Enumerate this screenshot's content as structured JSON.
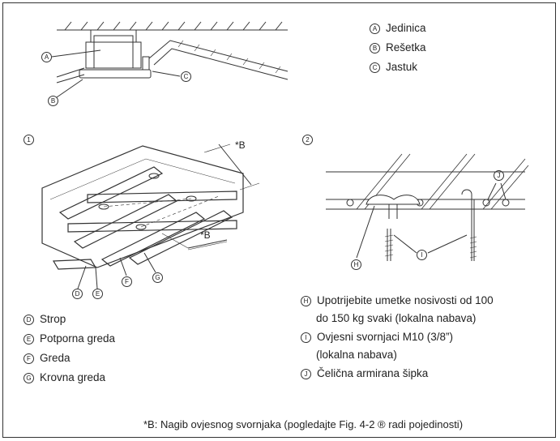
{
  "top_legend": {
    "a": {
      "mark": "A",
      "text": "Jedinica"
    },
    "b": {
      "mark": "B",
      "text": "Rešetka"
    },
    "c": {
      "mark": "C",
      "text": "Jastuk"
    }
  },
  "section1": {
    "number": "1"
  },
  "section2": {
    "number": "2"
  },
  "dim_b": "*B",
  "callouts": {
    "a": "A",
    "b": "B",
    "c": "C",
    "d": "D",
    "e": "E",
    "f": "F",
    "g": "G",
    "h": "H",
    "i": "I",
    "j": "J"
  },
  "left_legend": {
    "d": {
      "mark": "D",
      "text": "Strop"
    },
    "e": {
      "mark": "E",
      "text": "Potporna greda"
    },
    "f": {
      "mark": "F",
      "text": "Greda"
    },
    "g": {
      "mark": "G",
      "text": "Krovna greda"
    }
  },
  "right_legend": {
    "h": {
      "mark": "H",
      "line1": "Upotrijebite umetke nosivosti od 100",
      "line2": "do 150 kg svaki (lokalna nabava)"
    },
    "i": {
      "mark": "I",
      "line1": "Ovjesni svornjaci M10 (3/8”)",
      "line2": "(lokalna nabava)"
    },
    "j": {
      "mark": "J",
      "text": "Čelična armirana šipka"
    }
  },
  "footnote": "*B: Nagib ovjesnog svornjaka (pogledajte Fig. 4-2 ® radi pojedinosti)"
}
